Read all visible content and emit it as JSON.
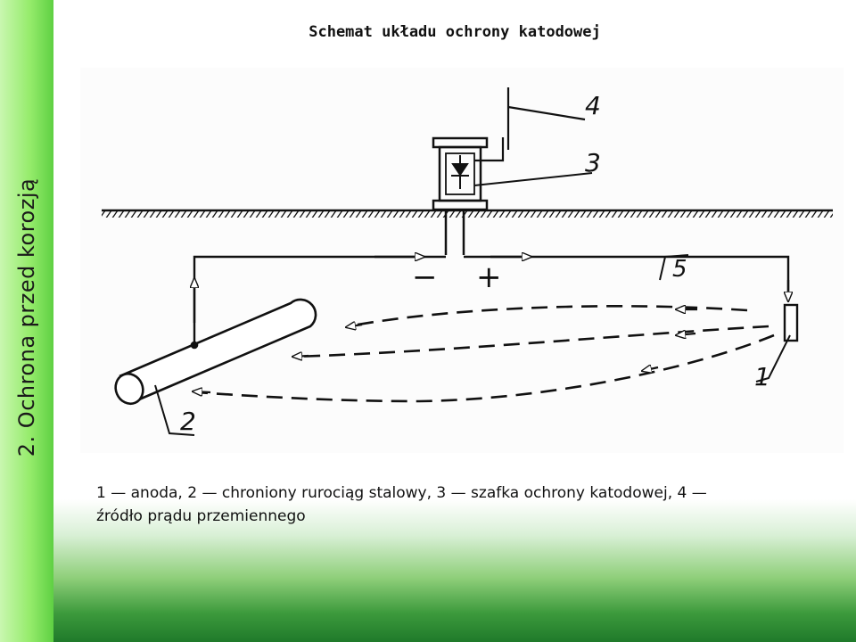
{
  "sidebar": {
    "title": "2. Ochrona przed korozją"
  },
  "slide": {
    "title": "Schemat układu ochrony katodowej",
    "caption": "1 — anoda, 2 — chroniony rurociąg stalowy, 3 — szafka ochrony katodowej, 4 — źródło prądu przemiennego"
  },
  "diagram": {
    "labels": {
      "anode": "1",
      "pipeline": "2",
      "cabinet": "3",
      "ac_source": "4",
      "fifth": "5",
      "minus": "−",
      "plus": "+"
    }
  }
}
